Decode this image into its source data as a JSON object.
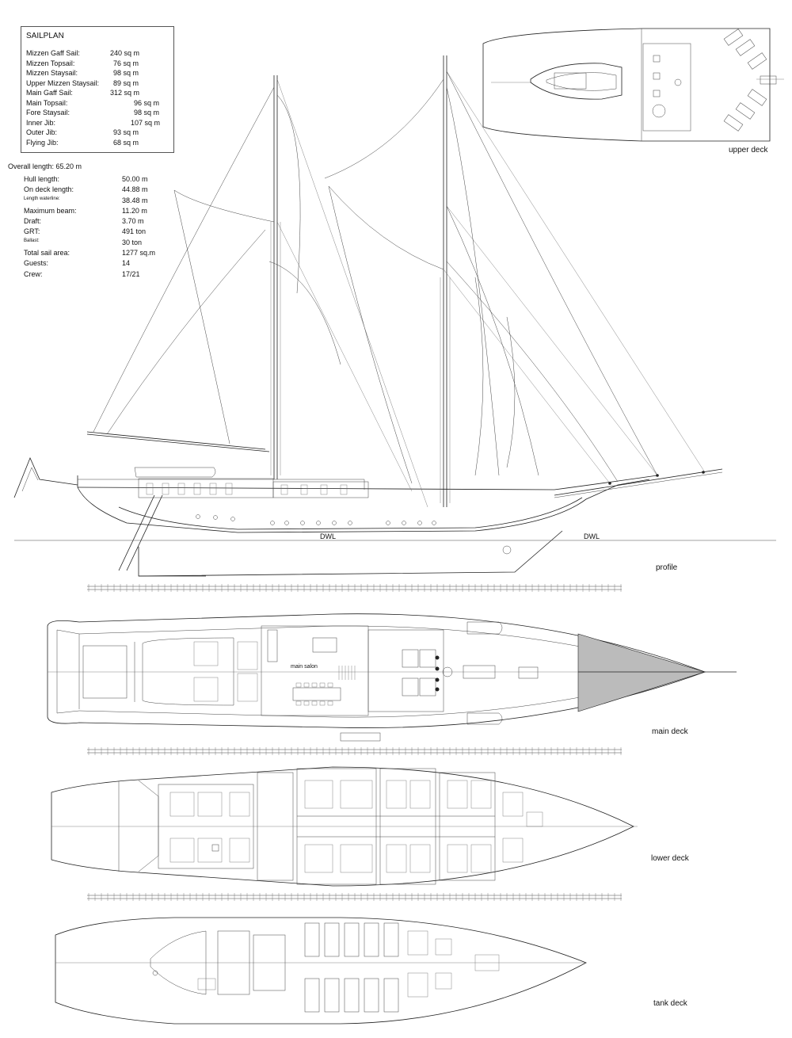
{
  "sailplan": {
    "title": "SAILPLAN",
    "rows": [
      {
        "name": "Mizzen Gaff Sail:",
        "value": "240 sq m"
      },
      {
        "name": "Mizzen Topsail:",
        "value": "76 sq m"
      },
      {
        "name": "Mizzen Staysail:",
        "value": "98 sq m"
      },
      {
        "name": "Upper Mizzen Staysail:",
        "value": "89 sq m"
      },
      {
        "name": "Main Gaff Sail:",
        "value": "312 sq m"
      },
      {
        "name": "Main Topsail:",
        "value": "96 sq m"
      },
      {
        "name": "Fore Staysail:",
        "value": "98 sq m"
      },
      {
        "name": "Inner Jib:",
        "value": "107 sq m"
      },
      {
        "name": "Outer Jib:",
        "value": "93 sq m"
      },
      {
        "name": "Flying Jib:",
        "value": "68 sq m"
      }
    ]
  },
  "specs": {
    "title": "Overall length: 65.20 m",
    "rows": [
      {
        "name": "Hull length:",
        "value": "50.00 m"
      },
      {
        "name": "On deck length:",
        "value": "44.88 m"
      },
      {
        "name": "Length waterline:",
        "value": "38.48 m"
      },
      {
        "name": "Maximum beam:",
        "value": "11.20 m"
      },
      {
        "name": "Draft:",
        "value": "3.70 m"
      },
      {
        "name": "GRT:",
        "value": "491 ton"
      },
      {
        "name": "Ballast:",
        "value": "30 ton"
      },
      {
        "name": "Total sail area:",
        "value": "1277 sq.m"
      },
      {
        "name": "Guests:",
        "value": "14"
      },
      {
        "name": "Crew:",
        "value": "17/21"
      }
    ]
  },
  "views": {
    "upper_deck": "upper deck",
    "profile": "profile",
    "main_deck": "main deck",
    "lower_deck": "lower deck",
    "tank_deck": "tank deck"
  },
  "profile_labels": {
    "dwl_left": "DWL",
    "dwl_right": "DWL"
  },
  "main_deck_labels": {
    "salon": "main salon"
  }
}
